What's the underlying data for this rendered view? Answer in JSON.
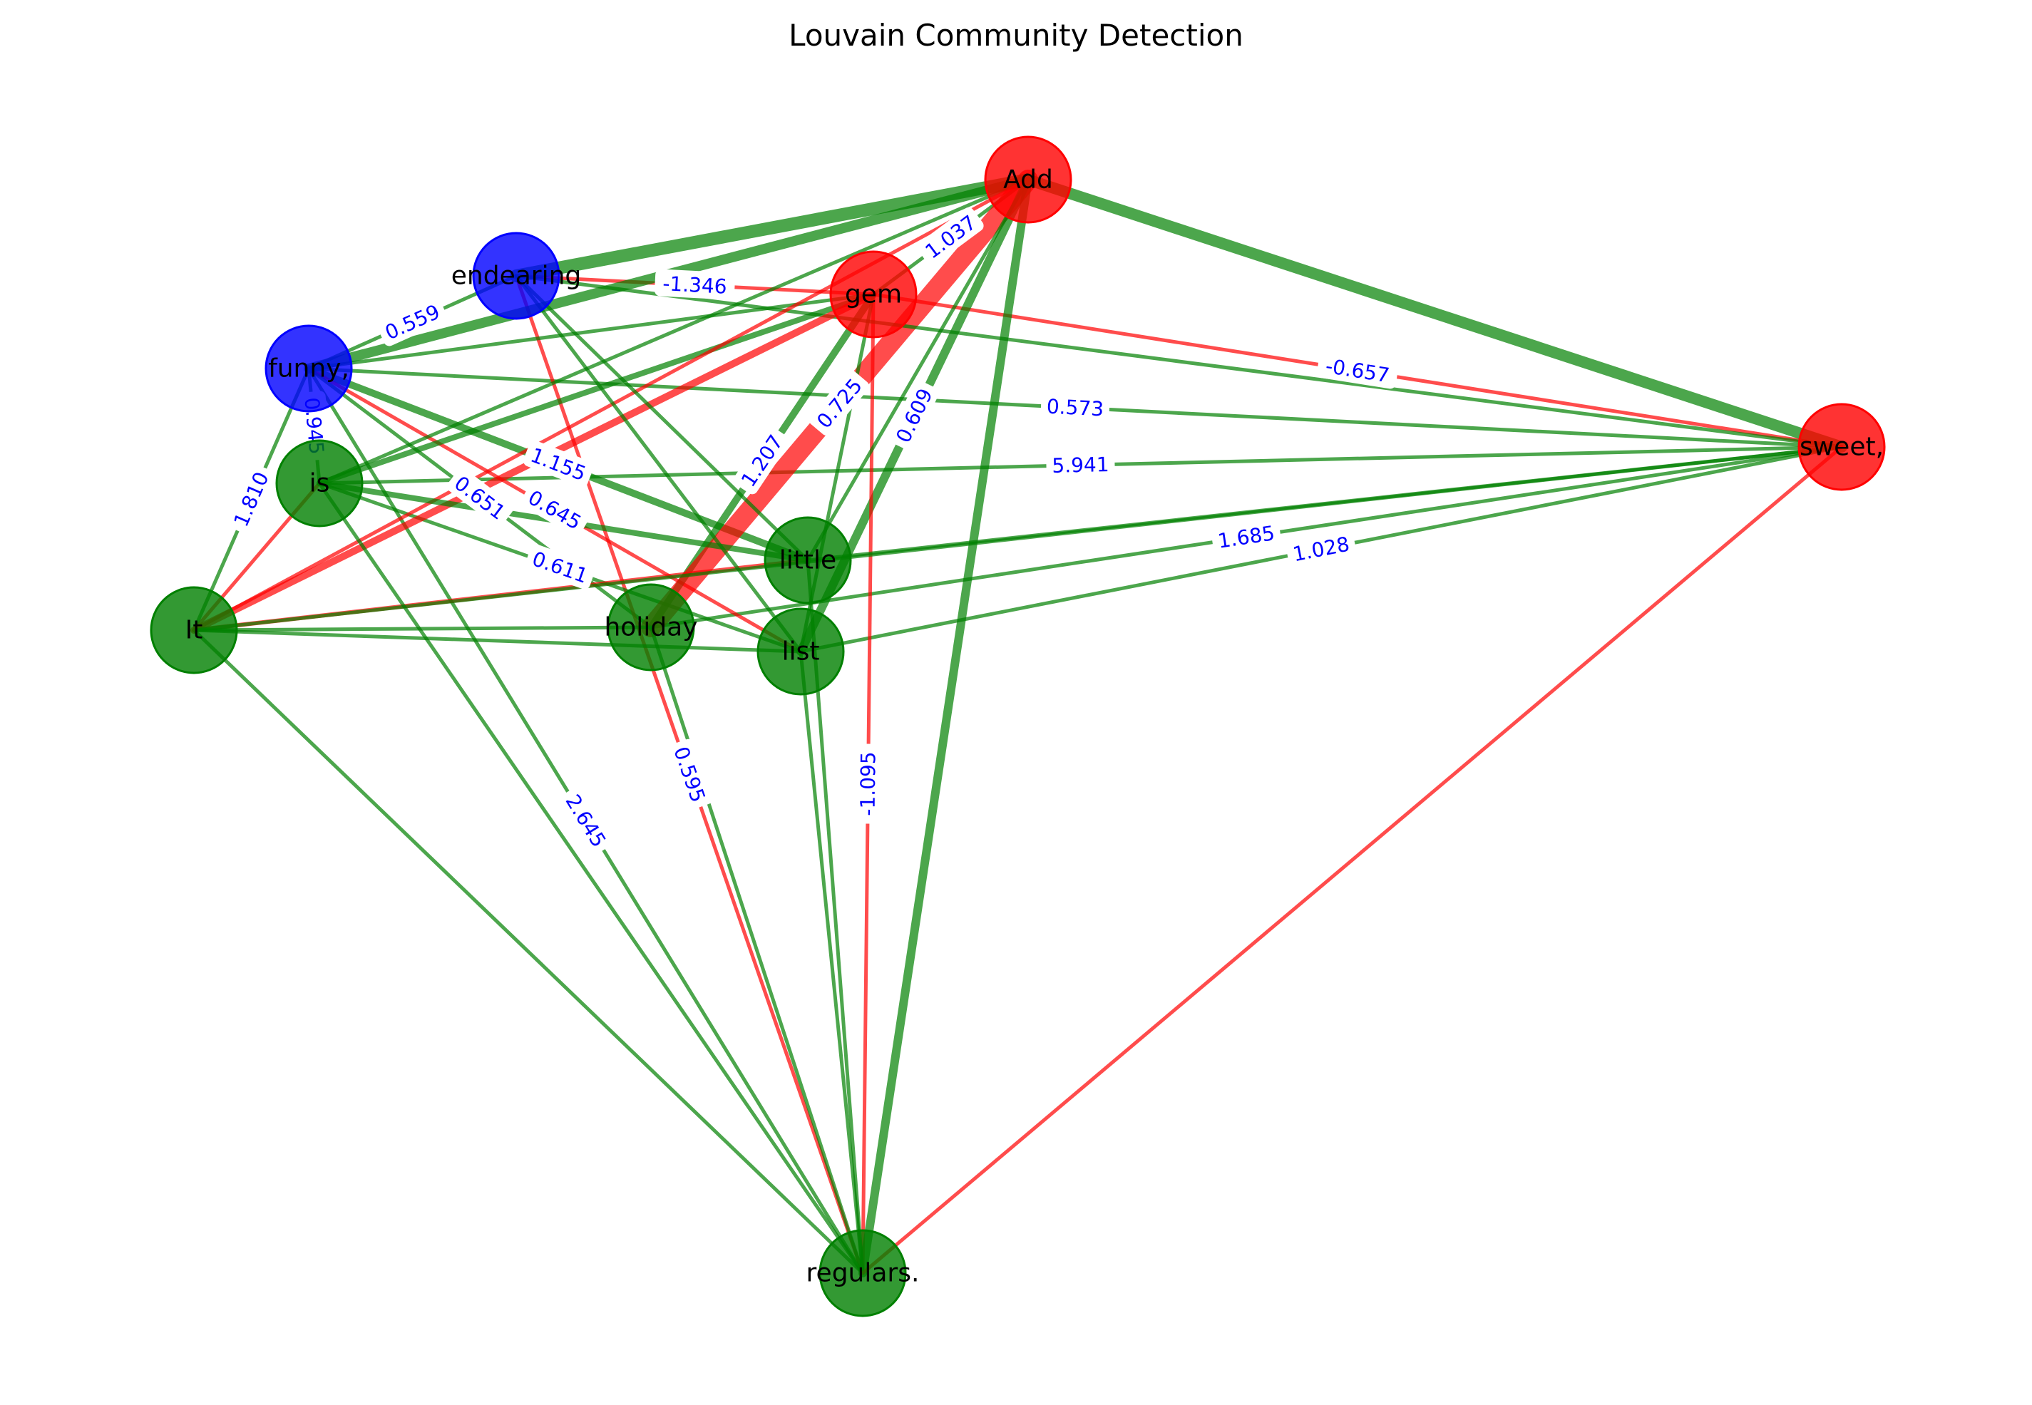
{
  "title": "Louvain Community Detection",
  "colors": {
    "community_red": "#ff0000",
    "community_blue": "#0000ff",
    "community_green": "#008000",
    "edge_positive": "#008000",
    "edge_negative": "#ff0000",
    "edge_label_text": "#0000ff"
  },
  "nodes": [
    {
      "id": "Add",
      "label": "Add",
      "community": "red"
    },
    {
      "id": "gem",
      "label": "gem",
      "community": "red"
    },
    {
      "id": "sweet",
      "label": "sweet,",
      "community": "red"
    },
    {
      "id": "endearing",
      "label": "endearing",
      "community": "blue"
    },
    {
      "id": "funny",
      "label": "funny,",
      "community": "blue"
    },
    {
      "id": "is",
      "label": "is",
      "community": "green"
    },
    {
      "id": "It",
      "label": "It",
      "community": "green"
    },
    {
      "id": "little",
      "label": "little",
      "community": "green"
    },
    {
      "id": "holiday",
      "label": "holiday",
      "community": "green"
    },
    {
      "id": "list",
      "label": "list",
      "community": "green"
    },
    {
      "id": "regulars",
      "label": "regulars.",
      "community": "green"
    }
  ],
  "edges": [
    {
      "source": "funny",
      "target": "endearing",
      "weight": 0.559,
      "label": "0.559",
      "sign": "positive"
    },
    {
      "source": "endearing",
      "target": "gem",
      "weight": -1.346,
      "label": "-1.346",
      "sign": "negative"
    },
    {
      "source": "gem",
      "target": "Add",
      "weight": 1.037,
      "label": "1.037",
      "sign": "positive"
    },
    {
      "source": "gem",
      "target": "sweet",
      "weight": -0.657,
      "label": "-0.657",
      "sign": "negative"
    },
    {
      "source": "funny",
      "target": "sweet",
      "weight": 0.573,
      "label": "0.573",
      "sign": "positive"
    },
    {
      "source": "is",
      "target": "sweet",
      "weight": 5.941,
      "label": "5.941",
      "sign": "positive"
    },
    {
      "source": "holiday",
      "target": "sweet",
      "weight": 1.685,
      "label": "1.685",
      "sign": "positive"
    },
    {
      "source": "list",
      "target": "sweet",
      "weight": 1.028,
      "label": "1.028",
      "sign": "positive"
    },
    {
      "source": "funny",
      "target": "It",
      "weight": 1.81,
      "label": "1.810",
      "sign": "positive"
    },
    {
      "source": "funny",
      "target": "is",
      "weight": 0.945,
      "label": "0.945",
      "sign": "positive"
    },
    {
      "source": "funny",
      "target": "little",
      "weight": 1.155,
      "label": "1.155",
      "sign": "positive"
    },
    {
      "source": "funny",
      "target": "list",
      "weight": 0.645,
      "label": "0.645",
      "sign": "negative"
    },
    {
      "source": "funny",
      "target": "holiday",
      "weight": 0.651,
      "label": "0.651",
      "sign": "positive"
    },
    {
      "source": "funny",
      "target": "regulars",
      "weight": 2.645,
      "label": "2.645",
      "sign": "positive"
    },
    {
      "source": "endearing",
      "target": "regulars",
      "weight": 0.595,
      "label": "0.595",
      "sign": "negative"
    },
    {
      "source": "is",
      "target": "list",
      "weight": 0.611,
      "label": "0.611",
      "sign": "positive"
    },
    {
      "source": "holiday",
      "target": "gem",
      "weight": 1.207,
      "label": "1.207",
      "sign": "positive"
    },
    {
      "source": "holiday",
      "target": "Add",
      "weight": 0.725,
      "label": "0.725",
      "sign": "negative"
    },
    {
      "source": "list",
      "target": "Add",
      "weight": 0.609,
      "label": "0.609",
      "sign": "positive"
    },
    {
      "source": "gem",
      "target": "regulars",
      "weight": -1.095,
      "label": "-1.095",
      "sign": "negative"
    },
    {
      "source": "Add",
      "target": "sweet",
      "weight": 0,
      "label": "",
      "sign": "positive"
    },
    {
      "source": "endearing",
      "target": "Add",
      "weight": 0,
      "label": "",
      "sign": "positive"
    },
    {
      "source": "funny",
      "target": "Add",
      "weight": 0,
      "label": "",
      "sign": "positive"
    },
    {
      "source": "funny",
      "target": "gem",
      "weight": 0,
      "label": "",
      "sign": "positive"
    },
    {
      "source": "endearing",
      "target": "sweet",
      "weight": 0,
      "label": "",
      "sign": "positive"
    },
    {
      "source": "is",
      "target": "Add",
      "weight": 0,
      "label": "",
      "sign": "positive"
    },
    {
      "source": "is",
      "target": "gem",
      "weight": 0,
      "label": "",
      "sign": "positive"
    },
    {
      "source": "It",
      "target": "Add",
      "weight": 0,
      "label": "",
      "sign": "negative"
    },
    {
      "source": "It",
      "target": "gem",
      "weight": 0,
      "label": "",
      "sign": "negative"
    },
    {
      "source": "It",
      "target": "little",
      "weight": 0,
      "label": "",
      "sign": "negative"
    },
    {
      "source": "It",
      "target": "holiday",
      "weight": 0,
      "label": "",
      "sign": "positive"
    },
    {
      "source": "It",
      "target": "list",
      "weight": 0,
      "label": "",
      "sign": "positive"
    },
    {
      "source": "It",
      "target": "regulars",
      "weight": 0,
      "label": "",
      "sign": "positive"
    },
    {
      "source": "It",
      "target": "sweet",
      "weight": 0,
      "label": "",
      "sign": "positive"
    },
    {
      "source": "It",
      "target": "is",
      "weight": 0,
      "label": "",
      "sign": "negative"
    },
    {
      "source": "is",
      "target": "little",
      "weight": 0,
      "label": "",
      "sign": "positive"
    },
    {
      "source": "is",
      "target": "regulars",
      "weight": 0,
      "label": "",
      "sign": "positive"
    },
    {
      "source": "endearing",
      "target": "little",
      "weight": 0,
      "label": "",
      "sign": "positive"
    },
    {
      "source": "endearing",
      "target": "list",
      "weight": 0,
      "label": "",
      "sign": "positive"
    },
    {
      "source": "little",
      "target": "sweet",
      "weight": 0,
      "label": "",
      "sign": "positive"
    },
    {
      "source": "little",
      "target": "Add",
      "weight": 0,
      "label": "",
      "sign": "positive"
    },
    {
      "source": "little",
      "target": "regulars",
      "weight": 0,
      "label": "",
      "sign": "positive"
    },
    {
      "source": "list",
      "target": "regulars",
      "weight": 0,
      "label": "",
      "sign": "positive"
    },
    {
      "source": "holiday",
      "target": "regulars",
      "weight": 0,
      "label": "",
      "sign": "positive"
    },
    {
      "source": "Add",
      "target": "regulars",
      "weight": 0,
      "label": "",
      "sign": "positive"
    },
    {
      "source": "sweet",
      "target": "regulars",
      "weight": 0,
      "label": "",
      "sign": "negative"
    },
    {
      "source": "list",
      "target": "gem",
      "weight": 0,
      "label": "",
      "sign": "positive"
    }
  ]
}
